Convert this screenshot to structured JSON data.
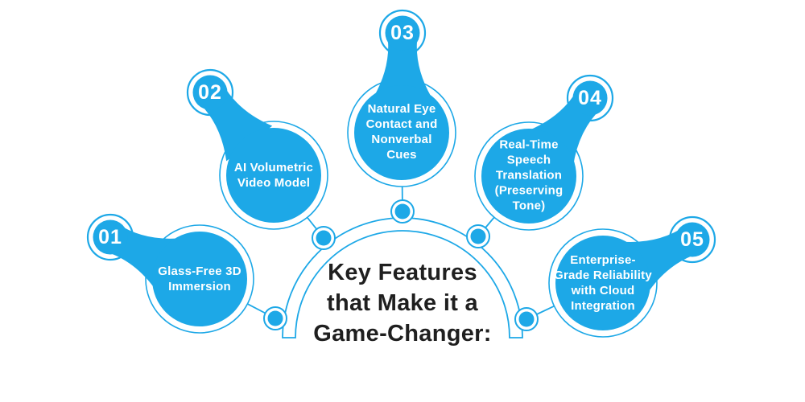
{
  "diagram": {
    "title": "Key Features\nthat Make it a\nGame-Changer:",
    "accent_color": "#1DA8E7",
    "title_color": "#1F1F1F",
    "label_text_color": "#FFFFFF",
    "features": [
      {
        "number": "01",
        "label": "Glass-Free 3D\nImmersion"
      },
      {
        "number": "02",
        "label": "AI Volumetric\nVideo Model"
      },
      {
        "number": "03",
        "label": "Natural Eye\nContact and\nNonverbal\nCues"
      },
      {
        "number": "04",
        "label": "Real-Time\nSpeech\nTranslation\n(Preserving\nTone)"
      },
      {
        "number": "05",
        "label": "Enterprise-\nGrade Reliability\nwith Cloud\nIntegration"
      }
    ]
  }
}
